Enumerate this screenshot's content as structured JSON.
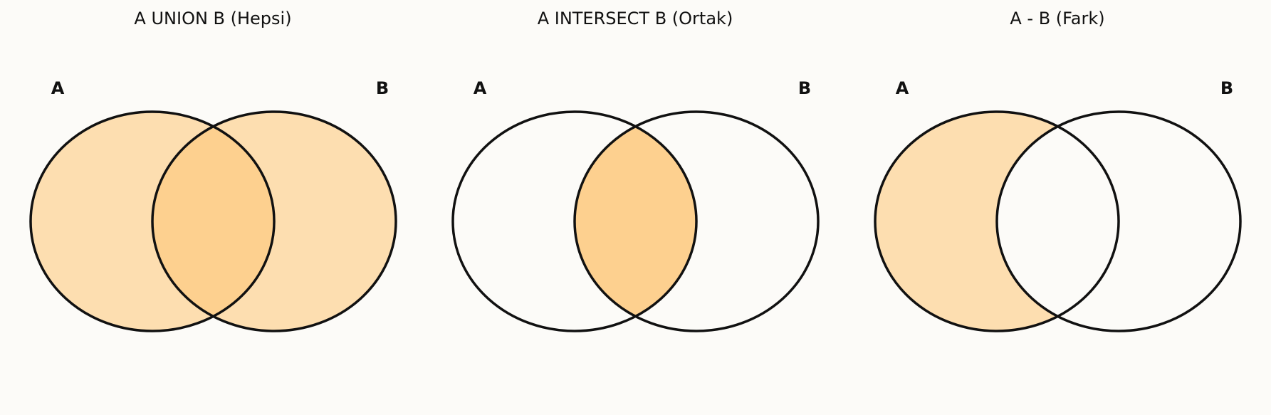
{
  "colors": {
    "background": "#fcfbf8",
    "set_fill": "#fddeb0",
    "overlap_fill": "#fdd08f",
    "outline": "#111111"
  },
  "panels": [
    {
      "title": "A UNION B (Hepsi)",
      "label_a": "A",
      "label_b": "B",
      "operation": "union",
      "shaded_regions": [
        "A-only",
        "A∩B",
        "B-only"
      ]
    },
    {
      "title": "A INTERSECT B (Ortak)",
      "label_a": "A",
      "label_b": "B",
      "operation": "intersection",
      "shaded_regions": [
        "A∩B"
      ]
    },
    {
      "title": "A - B (Fark)",
      "label_a": "A",
      "label_b": "B",
      "operation": "difference",
      "shaded_regions": [
        "A-only"
      ]
    }
  ]
}
